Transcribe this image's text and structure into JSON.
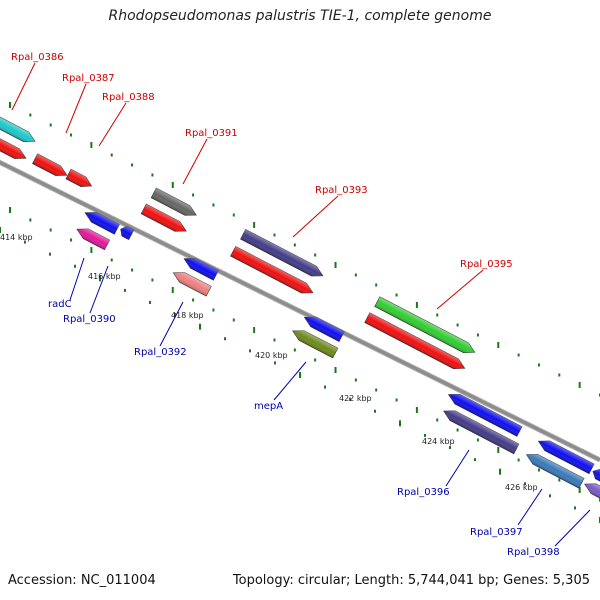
{
  "title": "Rhodopseudomonas palustris TIE-1, complete genome",
  "footer": {
    "accession": "Accession: NC_011004",
    "topology": "Topology: circular; Length: 5,744,041 bp; Genes: 5,305"
  },
  "colors": {
    "forward_label": "#cc0000",
    "reverse_label": "#0000aa",
    "backbone": "#8c8c8c",
    "tick": "#1a7a1a"
  },
  "scale_labels": [
    "414 kbp",
    "416 kbp",
    "418 kbp",
    "420 kbp",
    "422 kbp",
    "424 kbp",
    "426 kbp"
  ],
  "genes": [
    {
      "label": "Rpal_0386",
      "strand": "+",
      "color": "#1fc8c8"
    },
    {
      "label": "Rpal_0387",
      "strand": "+",
      "color": "#ee1111"
    },
    {
      "label": "Rpal_0388",
      "strand": "+",
      "color": "#ee1111"
    },
    {
      "label": "Rpal_0391",
      "strand": "+",
      "color": "#666666"
    },
    {
      "label": "Rpal_0393",
      "strand": "+",
      "color": "#443c88"
    },
    {
      "label": "Rpal_0395",
      "strand": "+",
      "color": "#33cc33"
    },
    {
      "label": "radC",
      "strand": "-",
      "color": "#e4189a"
    },
    {
      "label": "Rpal_0390",
      "strand": "-",
      "color": "#1010ee"
    },
    {
      "label": "Rpal_0392",
      "strand": "-",
      "color": "#ee8080"
    },
    {
      "label": "mepA",
      "strand": "-",
      "color": "#6e8a1c"
    },
    {
      "label": "Rpal_0396",
      "strand": "-",
      "color": "#443c88"
    },
    {
      "label": "Rpal_0397",
      "strand": "-",
      "color": "#3a7ab8"
    },
    {
      "label": "Rpal_0398",
      "strand": "-",
      "color": "#7a5ac8"
    }
  ]
}
